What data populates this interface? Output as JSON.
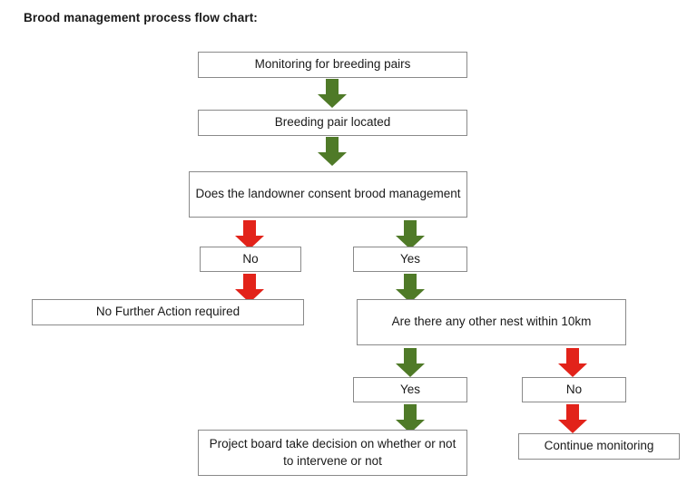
{
  "page": {
    "title": "Brood management process flow chart:"
  },
  "colors": {
    "arrow_green": "#4f7a28",
    "arrow_red": "#e2231a",
    "node_border": "#8a8a8a",
    "node_fill": "#ffffff",
    "text": "#1a1a1a"
  },
  "chart_data": {
    "type": "flowchart",
    "title": "Brood management process flow chart:",
    "nodes": [
      {
        "id": "n1",
        "label": "Monitoring for breeding pairs"
      },
      {
        "id": "n2",
        "label": "Breeding pair located"
      },
      {
        "id": "n3",
        "label": "Does the landowner consent brood management"
      },
      {
        "id": "n4",
        "label": "No"
      },
      {
        "id": "n5",
        "label": "Yes"
      },
      {
        "id": "n6",
        "label": "No Further Action required"
      },
      {
        "id": "n7",
        "label": "Are there any other nest within 10km"
      },
      {
        "id": "n8",
        "label": "Yes"
      },
      {
        "id": "n9",
        "label": "No"
      },
      {
        "id": "n10",
        "label": "Project board take decision on whether or not to intervene or not"
      },
      {
        "id": "n11",
        "label": "Continue monitoring"
      }
    ],
    "edges": [
      {
        "from": "n1",
        "to": "n2",
        "color": "green"
      },
      {
        "from": "n2",
        "to": "n3",
        "color": "green"
      },
      {
        "from": "n3",
        "to": "n4",
        "color": "red"
      },
      {
        "from": "n3",
        "to": "n5",
        "color": "green"
      },
      {
        "from": "n4",
        "to": "n6",
        "color": "red"
      },
      {
        "from": "n5",
        "to": "n7",
        "color": "green"
      },
      {
        "from": "n7",
        "to": "n8",
        "color": "green"
      },
      {
        "from": "n7",
        "to": "n9",
        "color": "red"
      },
      {
        "from": "n8",
        "to": "n10",
        "color": "green"
      },
      {
        "from": "n9",
        "to": "n11",
        "color": "red"
      }
    ]
  },
  "nodes": {
    "monitoring_for_breeding_pairs": "Monitoring for breeding pairs",
    "breeding_pair_located": "Breeding pair located",
    "landowner_consent": "Does the landowner consent brood management",
    "consent_no": "No",
    "consent_yes": "Yes",
    "no_further_action": "No Further Action required",
    "other_nest_within_10km": "Are there any other nest within 10km",
    "nest_yes": "Yes",
    "nest_no": "No",
    "project_board_decision": "Project board take decision on whether or not to intervene or not",
    "continue_monitoring": "Continue monitoring"
  }
}
